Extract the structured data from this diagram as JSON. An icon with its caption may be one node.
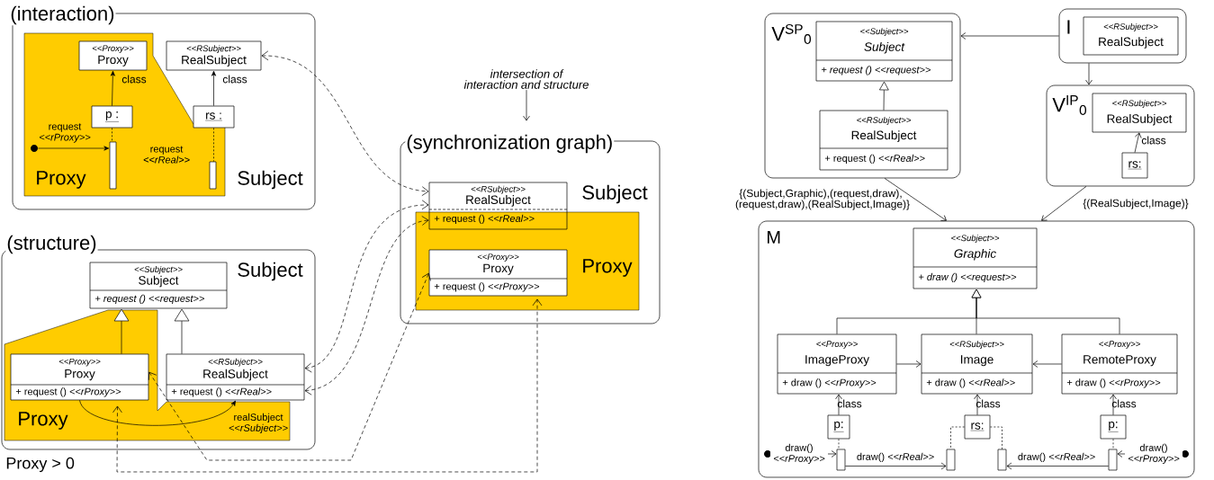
{
  "diagram": {
    "nodes": [
      {
        "text": [
          "(interaction)",
          "Subject"
        ]
      },
      {
        "text": [
          "Proxy"
        ],
        "in": 0
      },
      {
        "text": [
          "<<Proxy>>",
          "Proxy"
        ],
        "in": 1
      },
      {
        "text": [
          "<<RSubject>>",
          "RealSubject"
        ],
        "in": 0
      },
      {
        "text": [
          "p :"
        ],
        "in": 1
      },
      {
        "text": [
          "rs :"
        ],
        "in": 0
      },
      {
        "text": [],
        "shape": "bar",
        "in": 1
      },
      {
        "text": [],
        "shape": "bar",
        "in": 1
      },
      {
        "text": [],
        "shape": "circle",
        "in": 1
      },
      {
        "text": [
          "(structure)",
          "Subject"
        ]
      },
      {
        "text": [
          "Proxy"
        ],
        "in": 9
      },
      {
        "text": [
          "<<Subject>>",
          "Subject",
          "+ request () <<request>>"
        ],
        "in": 9
      },
      {
        "text": [
          "<<Proxy>>",
          "Proxy",
          "+ request () *<<rProxy>>*"
        ],
        "in": 10
      },
      {
        "text": [
          "<<RSubject>>",
          "RealSubject",
          "+ request () *<<rReal>>*"
        ],
        "in": 9
      },
      {
        "text": [
          "(synchronization graph)",
          "Subject"
        ]
      },
      {
        "text": [
          "Proxy"
        ],
        "in": 14
      },
      {
        "text": [
          "<<RSubject>>",
          "RealSubject",
          "+ request () *<<rReal>>*"
        ],
        "in": 14
      },
      {
        "text": [
          "<<Proxy>>",
          "Proxy",
          "+ request () *<<rProxy>>*"
        ],
        "in": 15
      },
      {
        "text": [
          "intersection of interaction and structure"
        ]
      },
      {
        "text": [
          "V$^{SP}$$_{0}$"
        ]
      },
      {
        "text": [
          "<<Subject>>",
          "Subject",
          "+ request () <<request>>"
        ],
        "in": 19
      },
      {
        "text": [
          "<<RSubject>>",
          "RealSubject",
          "+ request () *<<rReal>>*"
        ],
        "in": 19
      },
      {
        "text": [
          "I"
        ]
      },
      {
        "text": [
          "<<RSubject>>",
          "RealSubject"
        ],
        "in": 22
      },
      {
        "text": [
          "V$^{IP}$$_{0}$"
        ]
      },
      {
        "text": [
          "<<RSubject>>",
          "RealSubject"
        ],
        "in": 24
      },
      {
        "text": [
          "rs:"
        ],
        "in": 24
      },
      {
        "text": [
          "M"
        ]
      },
      {
        "text": [
          "<<Subject>>",
          "Graphic",
          "+ draw () <<request>>"
        ],
        "in": 27
      },
      {
        "text": [
          "<<Proxy>>",
          "ImageProxy",
          "+ draw () *<<rProxy>>*"
        ],
        "in": 27
      },
      {
        "text": [
          "<<RSubject>>",
          "Image",
          "+ draw () *<<rReal>>*"
        ],
        "in": 27
      },
      {
        "text": [
          "<<Proxy>>",
          "RemoteProxy",
          "+ draw () *<<rProxy>>*"
        ],
        "in": 27
      },
      {
        "text": [
          "p:"
        ],
        "in": 27
      },
      {
        "text": [
          "rs:"
        ],
        "in": 27
      },
      {
        "text": [
          "p:"
        ],
        "in": 27
      },
      {
        "text": [],
        "shape": "circle",
        "in": 27
      },
      {
        "text": [],
        "shape": "bar",
        "in": 27
      },
      {
        "text": [],
        "shape": "bar",
        "in": 27
      },
      {
        "text": [],
        "shape": "bar",
        "in": 27
      },
      {
        "text": [],
        "shape": "bar",
        "in": 27
      },
      {
        "text": [],
        "shape": "circle",
        "in": 27
      }
    ],
    "edges": [
      {
        "from": 4,
        "to": 2,
        "arrow": "to",
        "label": "class"
      },
      {
        "from": 5,
        "to": 3,
        "arrow": "to",
        "label": "class"
      },
      {
        "from": 8,
        "to": 6,
        "arrow": "to",
        "label": "request *<<rProxy>>*"
      },
      {
        "from": 4,
        "to": 6,
        "arrow": "none",
        "style": "dashed"
      },
      {
        "from": 5,
        "to": 7,
        "arrow": "none",
        "style": "dashed"
      },
      {
        "from": 12,
        "to": 11,
        "arrow": "to"
      },
      {
        "from": 13,
        "to": 11,
        "arrow": "to"
      },
      {
        "from": 12,
        "to": 13,
        "arrow": "to",
        "label": "realSubject *<<rSubject>>*"
      },
      {
        "from": 18,
        "to": 14,
        "arrow": "to"
      },
      {
        "from": 3,
        "to": 16,
        "arrow": "both",
        "style": "dashed"
      },
      {
        "from": 13,
        "to": 16,
        "arrow": "both",
        "style": "dashed"
      },
      {
        "from": 13,
        "to": 16,
        "arrow": "both",
        "style": "dashed"
      },
      {
        "from": 12,
        "to": 17,
        "arrow": "both",
        "style": "dashed"
      },
      {
        "from": 12,
        "to": 17,
        "arrow": "both",
        "style": "dashed"
      },
      {
        "from": 21,
        "to": 20,
        "arrow": "to"
      },
      {
        "from": 22,
        "to": 19,
        "arrow": "to"
      },
      {
        "from": 22,
        "to": 24,
        "arrow": "to"
      },
      {
        "from": 26,
        "to": 25,
        "arrow": "to",
        "label": "class"
      },
      {
        "from": 19,
        "to": 27,
        "arrow": "to",
        "label": "{(Subject,Graphic),(request,draw), (request,draw),(RealSubject,Image)}"
      },
      {
        "from": 24,
        "to": 27,
        "arrow": "to",
        "label": "{(RealSubject,Image)}"
      },
      {
        "from": 30,
        "to": 28,
        "arrow": "to"
      },
      {
        "from": 29,
        "to": 28,
        "arrow": "to"
      },
      {
        "from": 31,
        "to": 28,
        "arrow": "to"
      },
      {
        "from": 29,
        "to": 30,
        "arrow": "to"
      },
      {
        "from": 31,
        "to": 30,
        "arrow": "to"
      },
      {
        "from": 32,
        "to": 29,
        "arrow": "to",
        "label": "class"
      },
      {
        "from": 33,
        "to": 30,
        "arrow": "to",
        "label": "class"
      },
      {
        "from": 34,
        "to": 31,
        "arrow": "to",
        "label": "class"
      },
      {
        "from": 32,
        "to": 36,
        "arrow": "none",
        "style": "dashed"
      },
      {
        "from": 33,
        "to": 37,
        "arrow": "none",
        "style": "dashed"
      },
      {
        "from": 33,
        "to": 38,
        "arrow": "none",
        "style": "dashed"
      },
      {
        "from": 34,
        "to": 39,
        "arrow": "none",
        "style": "dashed"
      },
      {
        "from": 35,
        "to": 36,
        "arrow": "to",
        "label": "draw() *<<rProxy>>*"
      },
      {
        "from": 36,
        "to": 37,
        "arrow": "to",
        "label": "draw() *<<rReal>>*"
      },
      {
        "from": 39,
        "to": 38,
        "arrow": "to",
        "label": "draw() *<<rReal>>*"
      },
      {
        "from": 40,
        "to": 39,
        "arrow": "to",
        "label": "draw() *<<rProxy>>*"
      }
    ],
    "labels": [
      "request *<<rReal>>*",
      "Proxy > 0"
    ]
  }
}
